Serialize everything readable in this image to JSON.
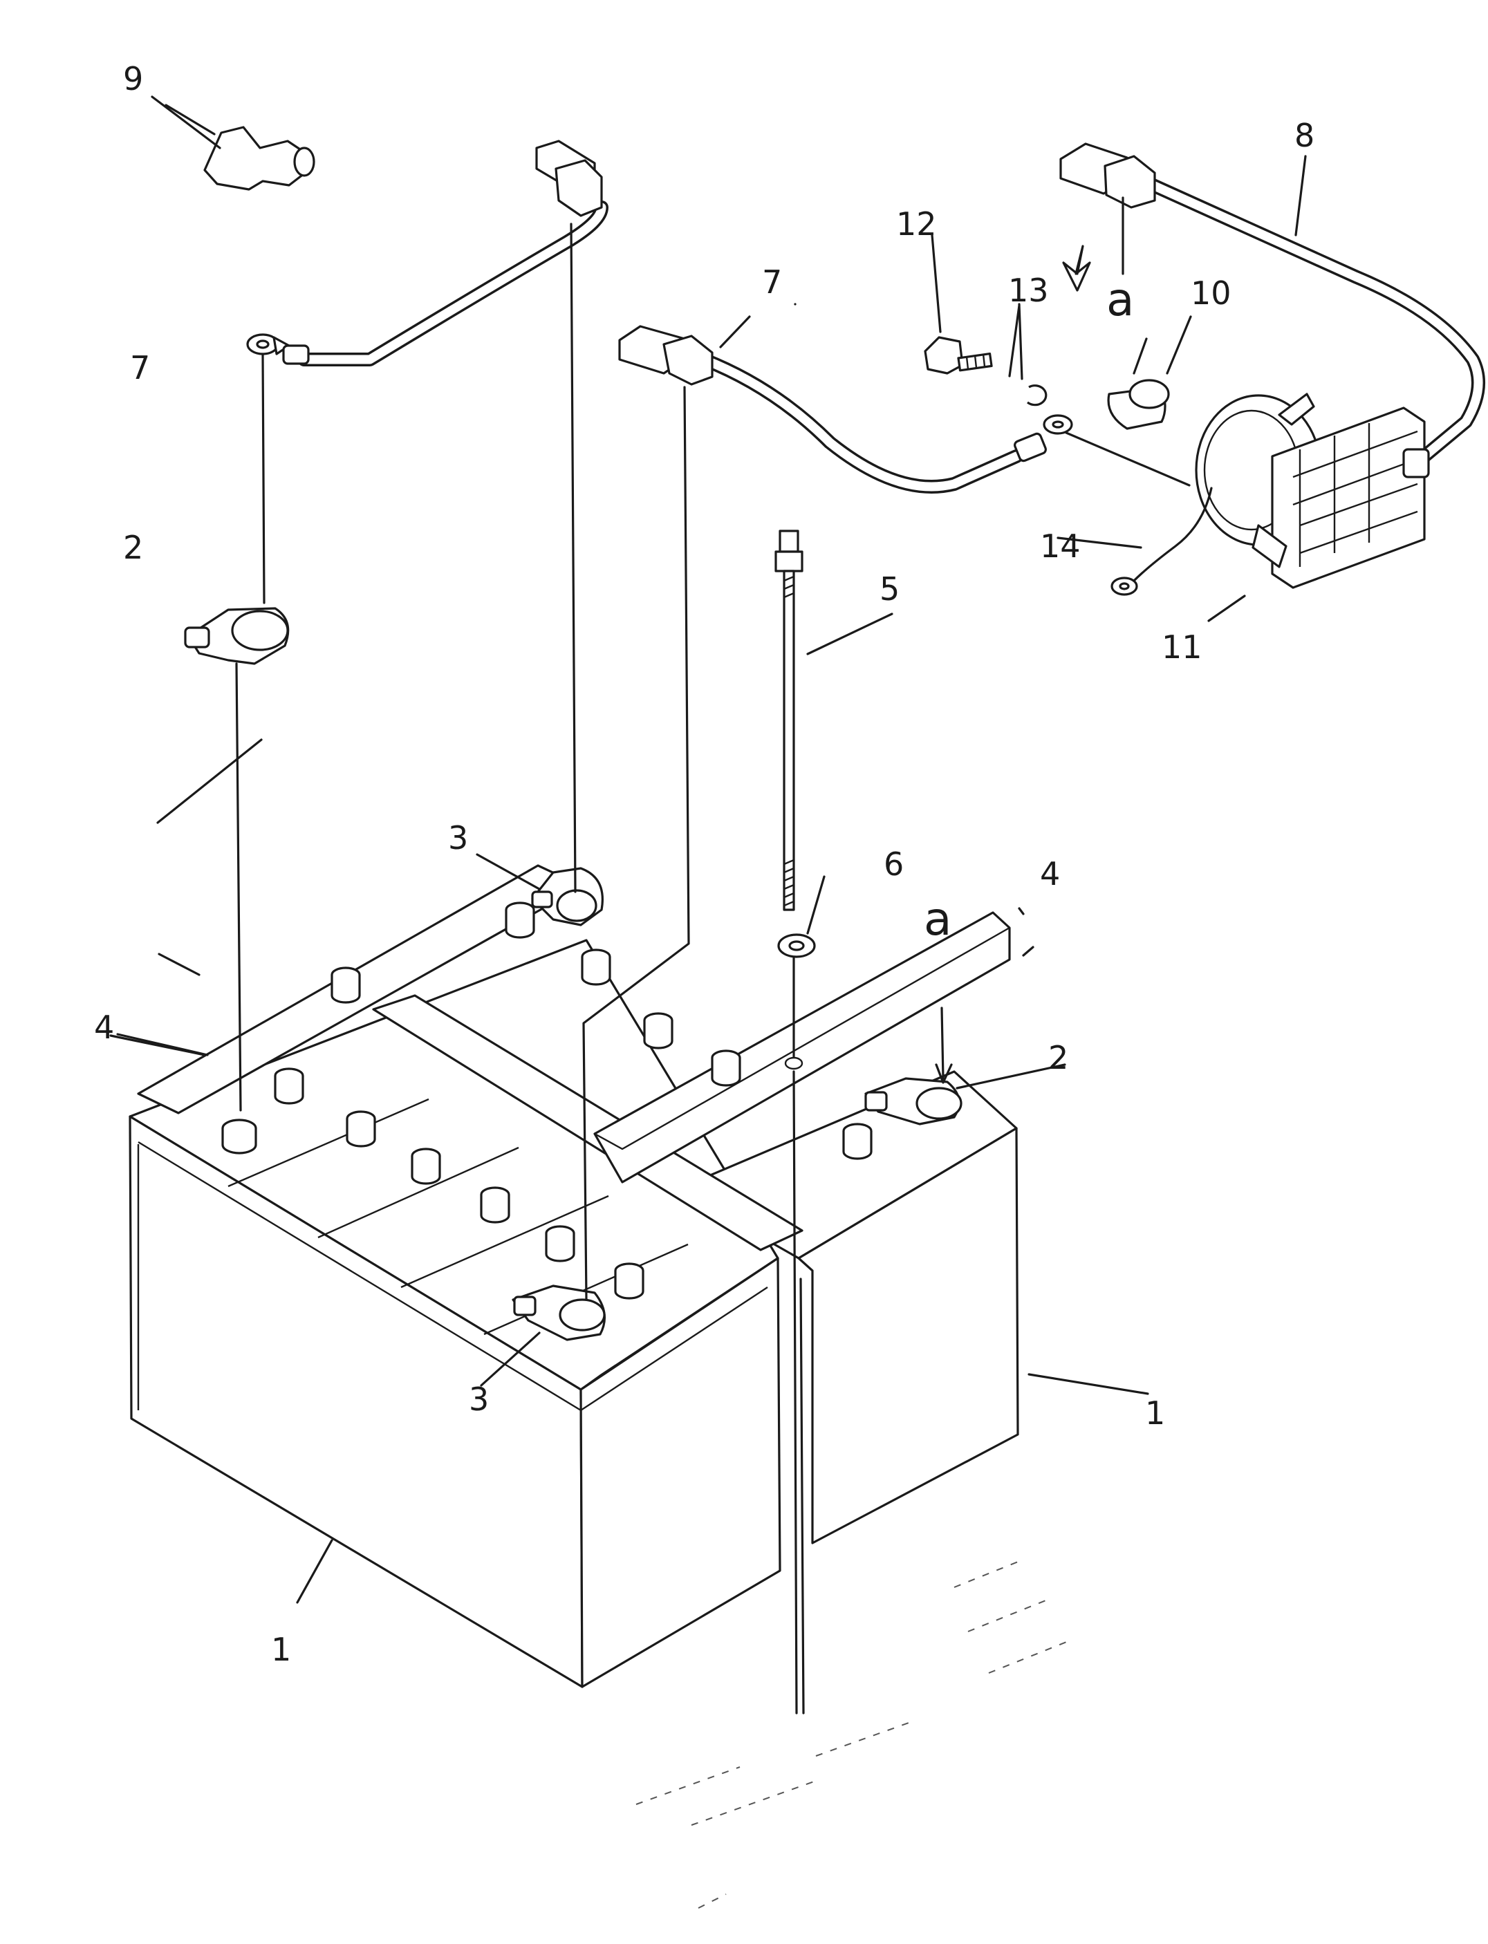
{
  "labels": {
    "p1": "1",
    "p2": "2",
    "p3": "3",
    "p4": "4",
    "p5": "5",
    "p6": "6",
    "p7": "7",
    "p8": "8",
    "p9": "9",
    "p10": "10",
    "p11": "11",
    "p12": "12",
    "p13": "13",
    "p14": "14",
    "a": "a"
  }
}
